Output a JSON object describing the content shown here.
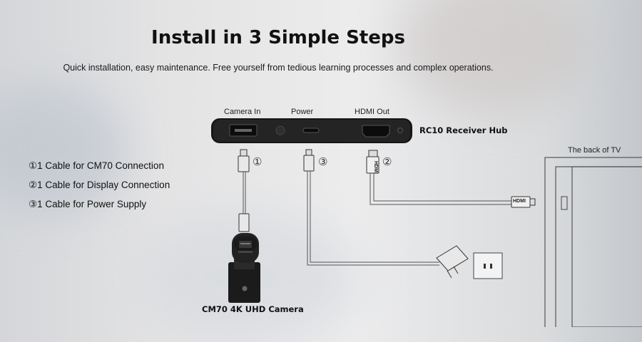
{
  "header": {
    "title": "Install in 3 Simple Steps",
    "subtitle": "Quick installation, easy maintenance. Free yourself from tedious learning processes and complex operations."
  },
  "steps": [
    {
      "label": "①1 Cable for CM70 Connection"
    },
    {
      "label": "②1 Cable for Display Connection"
    },
    {
      "label": "③1 Cable for Power Supply"
    }
  ],
  "hub": {
    "name": "RC10 Receiver Hub",
    "ports": {
      "camera_in": "Camera In",
      "power": "Power",
      "hdmi_out": "HDMI Out"
    }
  },
  "cable_numbers": {
    "camera": "①",
    "hdmi": "②",
    "power": "③"
  },
  "hdmi_plug_text": "HDMI",
  "camera": {
    "name": "CM70 4K UHD Camera"
  },
  "tv": {
    "label": "The back of TV"
  }
}
